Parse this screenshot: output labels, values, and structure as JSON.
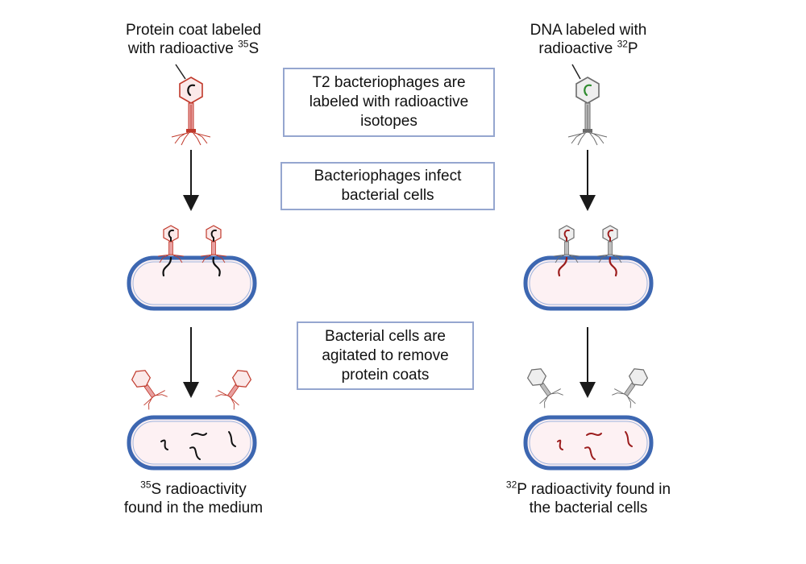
{
  "left": {
    "top_label": {
      "line1": "Protein coat labeled",
      "line2_pre": "with radioactive ",
      "line2_sup": "35",
      "line2_post": "S"
    },
    "bottom_label": {
      "sup": "35",
      "line1_post": "S radioactivity",
      "line2": "found in the medium"
    }
  },
  "right": {
    "top_label": {
      "line1": "DNA labeled with",
      "line2_pre": "radioactive ",
      "line2_sup": "32",
      "line2_post": "P"
    },
    "bottom_label": {
      "sup": "32",
      "line1_post": "P radioactivity found in",
      "line2": "the bacterial cells"
    }
  },
  "steps": [
    {
      "text": "T2 bacteriophages are labeled with radioactive isotopes"
    },
    {
      "text": "Bacteriophages infect bacterial cells"
    },
    {
      "text": "Bacterial cells are agitated to remove protein coats"
    }
  ],
  "colors": {
    "label_red": "#c0392b",
    "dna_red": "#9b1c1c",
    "dna_green": "#2e8b2e",
    "phage_gray": "#6b6b6b",
    "cell_fill": "#fdf1f3",
    "cell_wall": "#3d67b1",
    "box_border": "#95a6cf",
    "arrow": "#1a1a1a"
  }
}
